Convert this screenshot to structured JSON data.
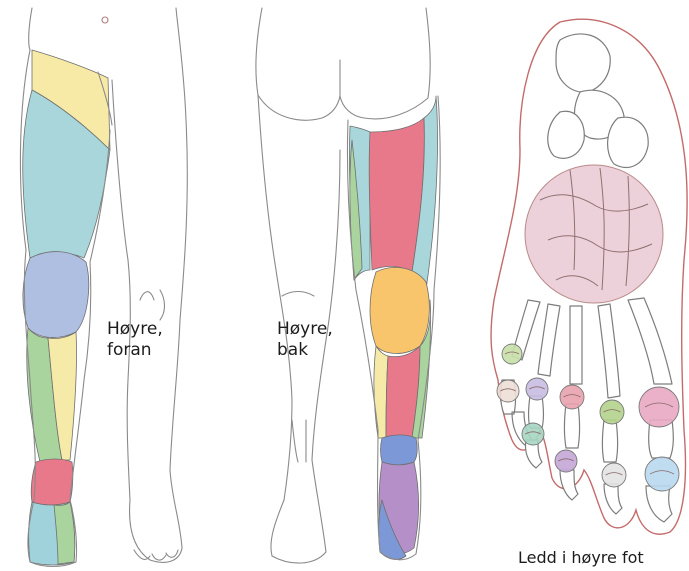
{
  "labels": {
    "front_line1": "Høyre,",
    "front_line2": "foran",
    "back_line1": "Høyre,",
    "back_line2": "bak",
    "foot": "Ledd i høyre fot"
  },
  "colors": {
    "front_hip_yellow": "#f7eaa6",
    "front_thigh_blue": "#a8d6da",
    "front_knee": "#aebfe1",
    "front_shin_green": "#a9d49e",
    "front_shin_yellow": "#f5eaa8",
    "front_ankle_red": "#e8798a",
    "front_foot_blue": "#9fd2db",
    "back_thigh_pink": "#e8798a",
    "back_thigh_blue": "#a8d6da",
    "back_thigh_green": "#a9d49e",
    "back_knee_orange": "#f9c56c",
    "back_calf_pink": "#e8798a",
    "back_calf_yellow": "#f5eaa8",
    "back_ankle_blue": "#7d98d6",
    "back_heel_purple": "#b590c8",
    "foot_midfoot_joint": "#eac9d3",
    "foot_skin_outline": "#c46b6b"
  },
  "foot_joints": [
    {
      "name": "little-toe-pip-joint",
      "color": "#c8dfa8"
    },
    {
      "name": "little-toe-mtp-joint",
      "color": "#eddfd6"
    },
    {
      "name": "fourth-toe-mtp-joint",
      "color": "#c8bce2"
    },
    {
      "name": "fourth-toe-pip-joint",
      "color": "#a6d6c3"
    },
    {
      "name": "third-toe-mtp-joint",
      "color": "#e8a2ae"
    },
    {
      "name": "third-toe-pip-joint",
      "color": "#c3a6d6"
    },
    {
      "name": "second-toe-mtp-joint",
      "color": "#b4d38c"
    },
    {
      "name": "second-toe-pip-joint",
      "color": "#e3e3e3"
    },
    {
      "name": "big-toe-mtp-joint",
      "color": "#e9a8c2"
    },
    {
      "name": "big-toe-ip-joint",
      "color": "#b8d8ee"
    }
  ]
}
